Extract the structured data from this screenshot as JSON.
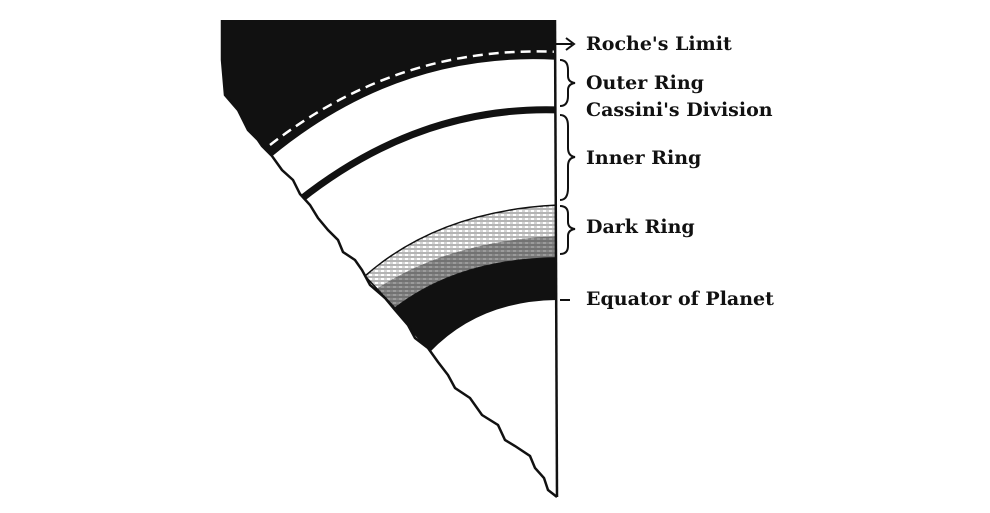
{
  "labels": {
    "roche_limit": "Roche's Limit",
    "outer_ring": "Outer Ring",
    "cassini_division": "Cassini's Division",
    "inner_ring": "Inner Ring",
    "dark_ring": "Dark Ring",
    "equator": "Equator of Planet"
  },
  "colors": {
    "ink": "#111111",
    "paper": "#ffffff",
    "dark_ring_tint": "#cfcfcf"
  }
}
